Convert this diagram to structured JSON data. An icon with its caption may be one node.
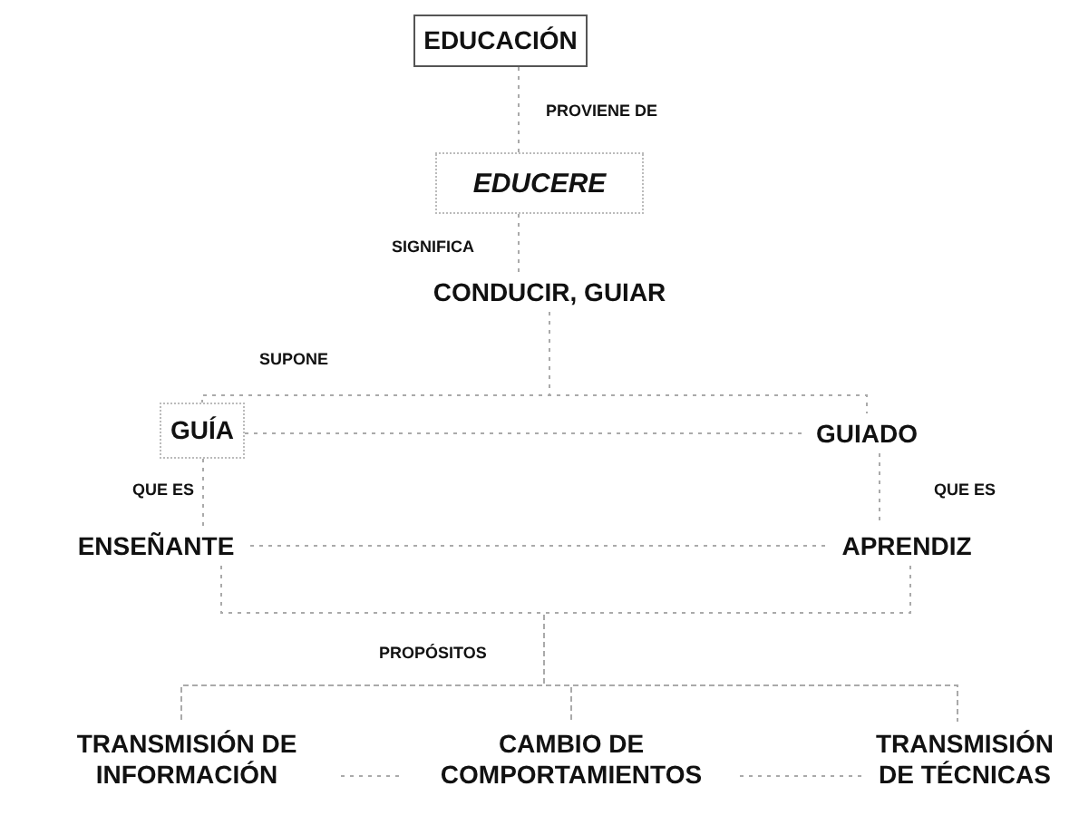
{
  "diagram": {
    "nodes": [
      {
        "text": [
          "EDUCACIÓN"
        ]
      },
      {
        "text": [
          "EDUCERE"
        ]
      },
      {
        "text": [
          "CONDUCIR, GUIAR"
        ]
      },
      {
        "text": [
          "GUÍA"
        ]
      },
      {
        "text": [
          "GUIADO"
        ]
      },
      {
        "text": [
          "ENSEÑANTE"
        ]
      },
      {
        "text": [
          "APRENDIZ"
        ]
      },
      {
        "text": [
          "TRANSMISIÓN DE INFORMACIÓN"
        ]
      },
      {
        "text": [
          "CAMBIO DE COMPORTAMIENTOS"
        ]
      },
      {
        "text": [
          "TRANSMISIÓN DE TÉCNICAS"
        ]
      }
    ],
    "edges": [
      {
        "from": 0,
        "to": 1,
        "arrow": "none",
        "label": "PROVIENE DE",
        "style": "dashed"
      },
      {
        "from": 1,
        "to": 2,
        "arrow": "none",
        "label": "SIGNIFICA",
        "style": "dashed"
      },
      {
        "from": 2,
        "to": 3,
        "arrow": "none",
        "label": "SUPONE",
        "style": "dashed"
      },
      {
        "from": 2,
        "to": 4,
        "arrow": "none",
        "style": "dashed"
      },
      {
        "from": 3,
        "to": 4,
        "arrow": "none",
        "style": "dashed"
      },
      {
        "from": 3,
        "to": 5,
        "arrow": "none",
        "label": "QUE ES",
        "style": "dashed"
      },
      {
        "from": 4,
        "to": 6,
        "arrow": "none",
        "label": "QUE ES",
        "style": "dashed"
      },
      {
        "from": 5,
        "to": 6,
        "arrow": "none",
        "style": "dashed"
      },
      {
        "from": 5,
        "to": 7,
        "arrow": "none",
        "label": "PROPÓSITOS",
        "style": "dashed"
      },
      {
        "from": 5,
        "to": 8,
        "arrow": "none",
        "style": "dashed"
      },
      {
        "from": 5,
        "to": 9,
        "arrow": "none",
        "style": "dashed"
      },
      {
        "from": 6,
        "to": 7,
        "arrow": "none",
        "style": "dashed"
      },
      {
        "from": 6,
        "to": 8,
        "arrow": "none",
        "style": "dashed"
      },
      {
        "from": 6,
        "to": 9,
        "arrow": "none",
        "style": "dashed"
      },
      {
        "from": 7,
        "to": 8,
        "arrow": "none",
        "style": "dashed"
      },
      {
        "from": 8,
        "to": 9,
        "arrow": "none",
        "style": "dashed"
      }
    ]
  }
}
